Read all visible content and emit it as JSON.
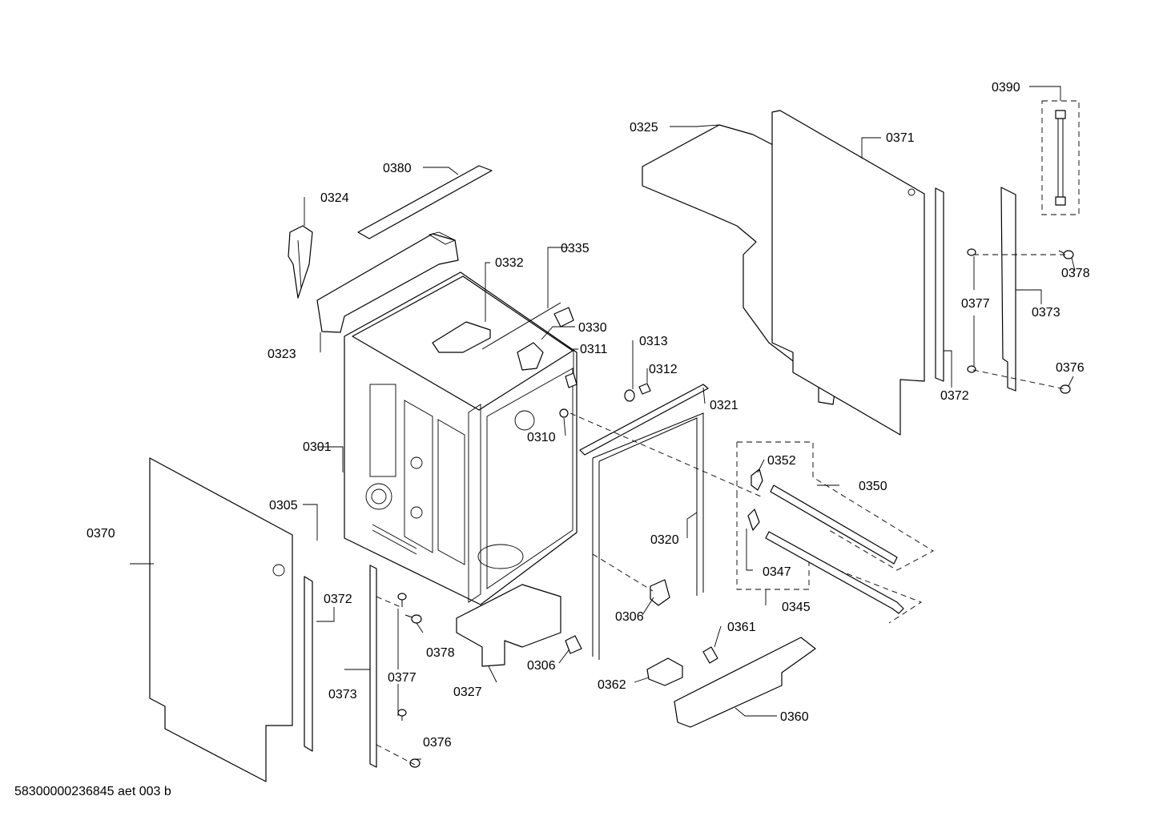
{
  "drawing_reference": "58300000236845 aet 003 b",
  "callouts": {
    "c0301": "0301",
    "c0305": "0305",
    "c0306a": "0306",
    "c0306b": "0306",
    "c0310": "0310",
    "c0311": "0311",
    "c0312": "0312",
    "c0313": "0313",
    "c0320": "0320",
    "c0321": "0321",
    "c0323": "0323",
    "c0324": "0324",
    "c0325": "0325",
    "c0327": "0327",
    "c0330": "0330",
    "c0332": "0332",
    "c0335": "0335",
    "c0345": "0345",
    "c0347": "0347",
    "c0350": "0350",
    "c0352": "0352",
    "c0360": "0360",
    "c0361": "0361",
    "c0362": "0362",
    "c0370": "0370",
    "c0371": "0371",
    "c0372a": "0372",
    "c0372b": "0372",
    "c0373a": "0373",
    "c0373b": "0373",
    "c0376a": "0376",
    "c0376b": "0376",
    "c0377a": "0377",
    "c0377b": "0377",
    "c0378a": "0378",
    "c0378b": "0378",
    "c0380": "0380",
    "c0390": "0390"
  }
}
